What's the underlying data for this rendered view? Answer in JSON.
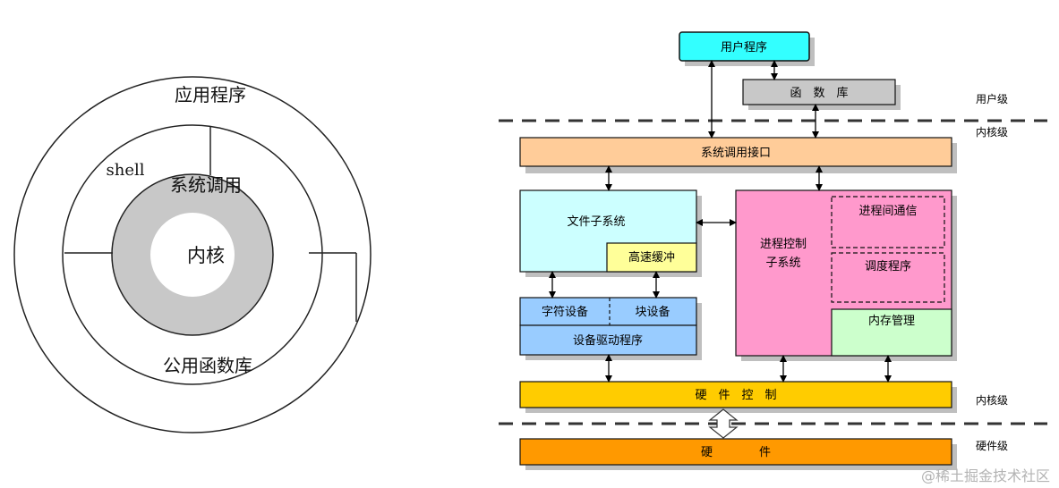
{
  "left_diagram": {
    "outer_label": "应用程序",
    "shell_label": "shell",
    "syscall_label": "系统调用",
    "kernel_label": "内核",
    "library_label": "公用函数库"
  },
  "right_diagram": {
    "user_program": "用户程序",
    "function_library": "函　数　库",
    "level_user": "用户级",
    "level_kernel_top": "内核级",
    "syscall_interface": "系统调用接口",
    "file_subsystem": "文件子系统",
    "buffer_cache": "高速缓冲",
    "char_device": "字符设备",
    "block_device": "块设备",
    "device_driver": "设备驱动程序",
    "process_control_line1": "进程控制",
    "process_control_line2": "子系统",
    "ipc": "进程间通信",
    "scheduler": "调度程序",
    "memory_mgmt": "内存管理",
    "hardware_control": "硬　件　控　制",
    "level_kernel_bottom": "内核级",
    "hardware": "硬　　　　件",
    "level_hardware": "硬件级"
  },
  "watermark": "@稀土掘金技术社区",
  "colors": {
    "cyan": "#33ffff",
    "gray_box": "#c8c8c8",
    "peach": "#ffcc99",
    "light_cyan": "#ccffff",
    "yellow": "#ffff99",
    "blue": "#99ccff",
    "pink": "#ff99cc",
    "light_green": "#ccffcc",
    "gold": "#ffcc00",
    "orange": "#ff9900",
    "ring_gray": "#c8c8c8"
  }
}
